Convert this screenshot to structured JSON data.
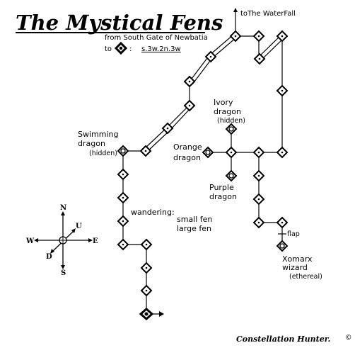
{
  "title": "The Mystical Fens",
  "route": {
    "from_label": "from South Gate of Newbatia",
    "to_label": "to",
    "colon": ":",
    "path": "s.3w.2n.3w"
  },
  "exit_label": "toThe WaterFall",
  "labels": {
    "swimming": [
      "Swimming",
      "dragon",
      "(hidden)"
    ],
    "ivory": [
      "Ivory",
      "dragon",
      "(hidden)"
    ],
    "orange": [
      "Orange",
      "dragon"
    ],
    "purple": [
      "Purple",
      "dragon"
    ],
    "wandering": "wandering:",
    "wander_small": "small fen",
    "wander_large": "large fen",
    "flap": "flap",
    "xomarx": [
      "Xomarx",
      "wizard",
      "(ethereal)"
    ]
  },
  "compass": {
    "n": "N",
    "s": "S",
    "e": "E",
    "w": "W",
    "u": "U",
    "d": "D"
  },
  "credit": "Constellation Hunter.",
  "copyright": "©"
}
